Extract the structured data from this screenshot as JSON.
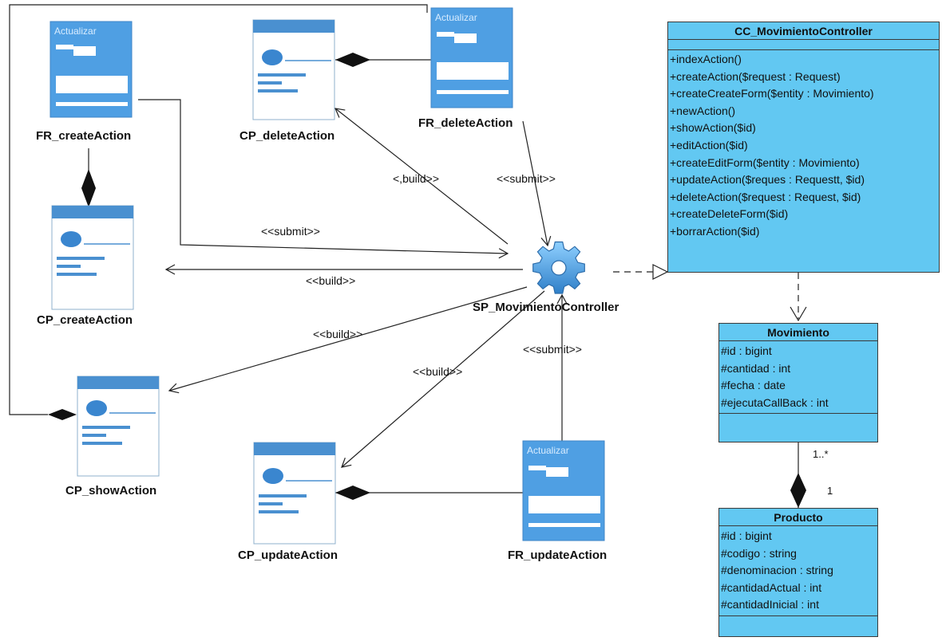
{
  "nodes": {
    "fr_create": "FR_createAction",
    "cp_delete": "CP_deleteAction",
    "fr_delete": "FR_deleteAction",
    "cp_create": "CP_createAction",
    "sp_controller": "SP_MovimientoController",
    "cp_show": "CP_showAction",
    "cp_update": "CP_updateAction",
    "fr_update": "FR_updateAction"
  },
  "connections": {
    "build_delete": "<,build>>",
    "submit_delete": "<<submit>>",
    "submit_create": "<<submit>>",
    "build_create": "<<build>>",
    "build_show": "<<build>>",
    "build_update": "<<build>>",
    "submit_update": "<<submit>>"
  },
  "classes": {
    "controller": {
      "name": "CC_MovimientoController",
      "attributes": [],
      "operations": [
        "+indexAction()",
        "+createAction($request : Request)",
        "+createCreateForm($entity : Movimiento)",
        "+newAction()",
        "+showAction($id)",
        "+editAction($id)",
        "+createEditForm($entity : Movimiento)",
        "+updateAction($reques : Requestt, $id)",
        "+deleteAction($request : Request, $id)",
        "+createDeleteForm($id)",
        "+borrarAction($id)"
      ]
    },
    "movimiento": {
      "name": "Movimiento",
      "attributes": [
        "#id : bigint",
        "#cantidad : int",
        "#fecha : date",
        "#ejecutaCallBack : int"
      ],
      "operations": []
    },
    "producto": {
      "name": "Producto",
      "attributes": [
        "#id : bigint",
        "#codigo : string",
        "#denominacion : string",
        "#cantidadActual : int",
        "#cantidadInicial : int"
      ],
      "operations": []
    }
  },
  "multiplicity": {
    "movimiento_end": "1..*",
    "producto_end": "1"
  },
  "icons": {
    "screen": "server-page-icon",
    "form": "form-page-icon",
    "controller": "gear-icon"
  },
  "colors": {
    "class_fill": "#62c8f2",
    "form_fill": "#4f9fe3",
    "gear": "#3d8fd6"
  }
}
